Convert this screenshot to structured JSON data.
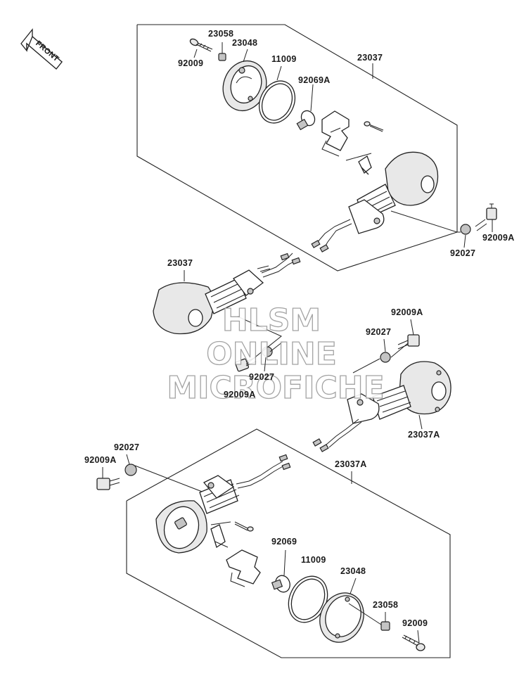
{
  "front_arrow": {
    "text": "FRONT"
  },
  "watermark": {
    "line1": "HLSM",
    "line2": "ONLINE",
    "line3": "MICROFICHE"
  },
  "labels": {
    "l_23058_top": "23058",
    "l_23048_top": "23048",
    "l_92009_top": "92009",
    "l_11009_top": "11009",
    "l_92069A": "92069A",
    "l_23037_top": "23037",
    "l_92009A_r1": "92009A",
    "l_92027_r1": "92027",
    "l_23037_mid": "23037",
    "l_92009A_r2": "92009A",
    "l_92027_r2": "92027",
    "l_92027_mid": "92027",
    "l_92009A_mid": "92009A",
    "l_23037A_mid": "23037A",
    "l_92027_bl": "92027",
    "l_92009A_bl": "92009A",
    "l_23037A_bot": "23037A",
    "l_92069": "92069",
    "l_11009_bot": "11009",
    "l_23048_bot": "23048",
    "l_23058_bot": "23058",
    "l_92009_bot": "92009"
  }
}
